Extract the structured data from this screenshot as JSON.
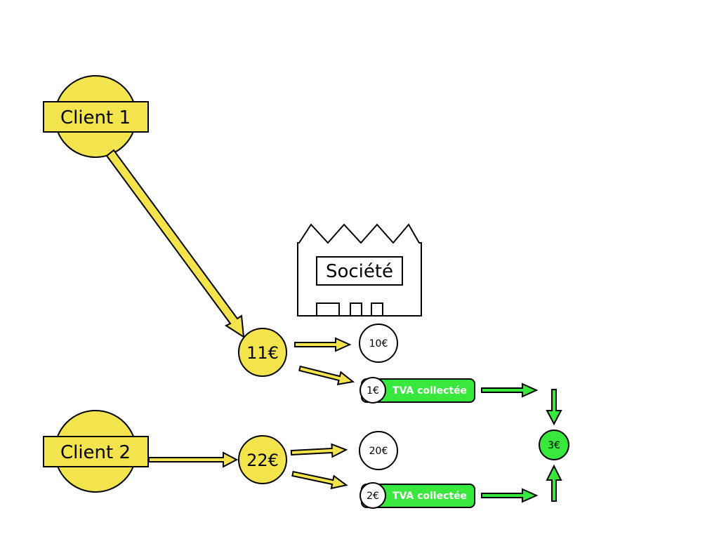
{
  "clients": {
    "client1": {
      "label": "Client 1"
    },
    "client2": {
      "label": "Client 2"
    }
  },
  "company": {
    "label": "Société"
  },
  "payments": {
    "p1": {
      "total": "11€",
      "net": "10€",
      "vat": "1€",
      "vat_label": "TVA collectée"
    },
    "p2": {
      "total": "22€",
      "net": "20€",
      "vat": "2€",
      "vat_label": "TVA collectée"
    }
  },
  "vat_total": {
    "value": "3€"
  },
  "colors": {
    "client_fill": "#f3e34c",
    "vat_fill": "#38e83d",
    "outline": "#000000",
    "background": "#ffffff"
  }
}
